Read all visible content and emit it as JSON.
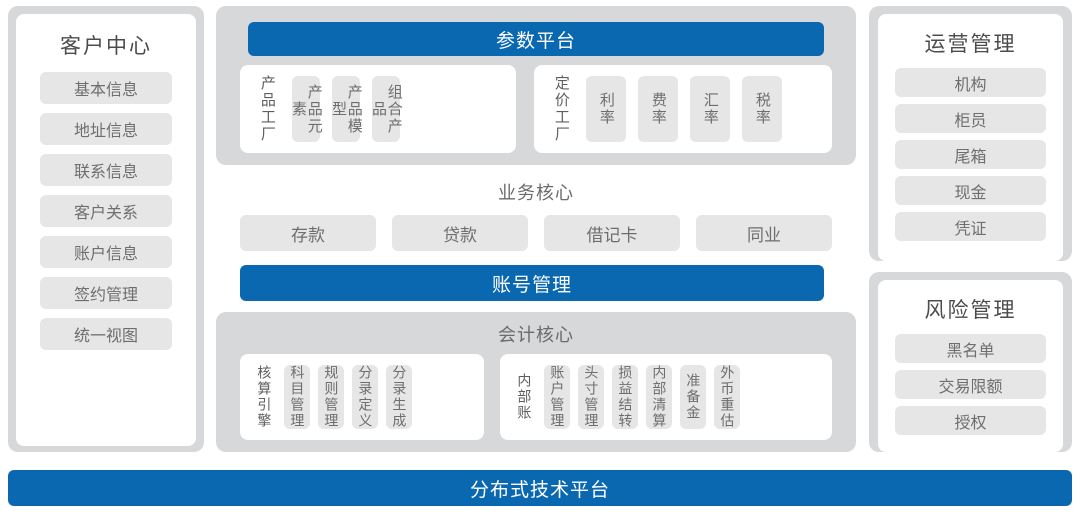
{
  "colors": {
    "accent_blue": "#0a68b0",
    "frame_gray": "#d6d8da",
    "pill_gray": "#e6e6e6",
    "text_gray": "#6d6d6d",
    "panel_white": "#ffffff"
  },
  "left_column": {
    "title": "客户中心",
    "items": [
      {
        "label": "基本信息"
      },
      {
        "label": "地址信息"
      },
      {
        "label": "联系信息"
      },
      {
        "label": "客户关系"
      },
      {
        "label": "账户信息"
      },
      {
        "label": "签约管理"
      },
      {
        "label": "统一视图"
      }
    ]
  },
  "parameter_platform": {
    "title": "参数平台",
    "groups": [
      {
        "name": "product-factory",
        "label": "产品工厂",
        "items": [
          {
            "label": "产品元素"
          },
          {
            "label": "产品模型"
          },
          {
            "label": "组合产品"
          }
        ]
      },
      {
        "name": "pricing-factory",
        "label": "定价工厂",
        "items": [
          {
            "label": "利率"
          },
          {
            "label": "费率"
          },
          {
            "label": "汇率"
          },
          {
            "label": "税率"
          }
        ]
      }
    ]
  },
  "business_core": {
    "title": "业务核心",
    "items": [
      {
        "label": "存款"
      },
      {
        "label": "贷款"
      },
      {
        "label": "借记卡"
      },
      {
        "label": "同业"
      }
    ],
    "account_bar": "账号管理"
  },
  "accounting_core": {
    "title": "会计核心",
    "groups": [
      {
        "name": "accounting-engine",
        "label": "核算引擎",
        "items": [
          {
            "label": "科目管理"
          },
          {
            "label": "规则管理"
          },
          {
            "label": "分录定义"
          },
          {
            "label": "分录生成"
          }
        ]
      },
      {
        "name": "internal-ledger",
        "label": "内部账",
        "items": [
          {
            "label": "账户管理"
          },
          {
            "label": "头寸管理"
          },
          {
            "label": "损益结转"
          },
          {
            "label": "内部清算"
          },
          {
            "label": "准备金"
          },
          {
            "label": "外币重估"
          }
        ]
      }
    ]
  },
  "right_column": {
    "operations": {
      "title": "运营管理",
      "items": [
        {
          "label": "机构"
        },
        {
          "label": "柜员"
        },
        {
          "label": "尾箱"
        },
        {
          "label": "现金"
        },
        {
          "label": "凭证"
        }
      ]
    },
    "risk": {
      "title": "风险管理",
      "items": [
        {
          "label": "黑名单"
        },
        {
          "label": "交易限额"
        },
        {
          "label": "授权"
        }
      ]
    }
  },
  "bottom_bar": {
    "label": "分布式技术平台"
  }
}
